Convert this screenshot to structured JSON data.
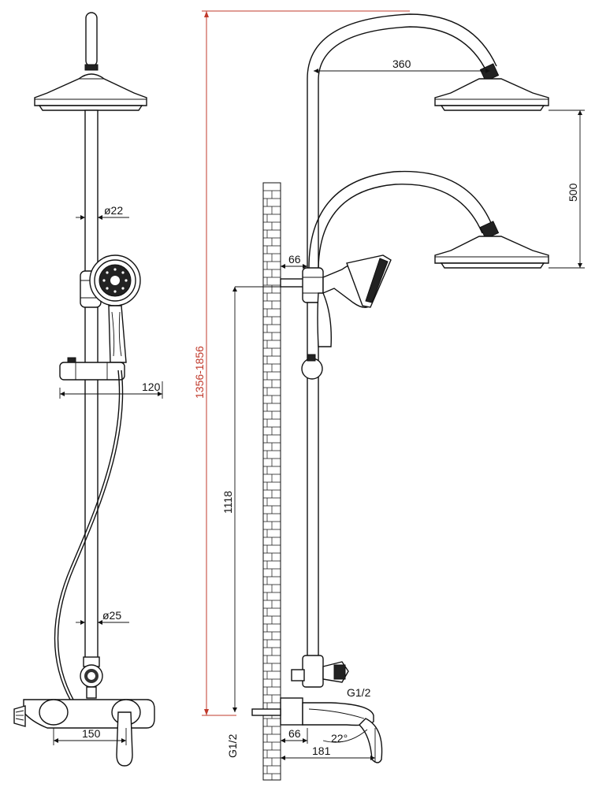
{
  "dimensions": {
    "rod_diameter": "ø22",
    "pipe_diameter": "ø25",
    "holder_offset": "120",
    "mixer_spacing": "150",
    "overhead_reach": "360",
    "head_height_adjust": "500",
    "wall_offset_top": "66",
    "inlet_height": "1118",
    "total_height": "1356-1856",
    "inlet_thread_wall": "G1/2",
    "inlet_thread_mixer": "G1/2",
    "wall_offset_bottom": "66",
    "spout_angle": "22°",
    "spout_reach": "181"
  }
}
